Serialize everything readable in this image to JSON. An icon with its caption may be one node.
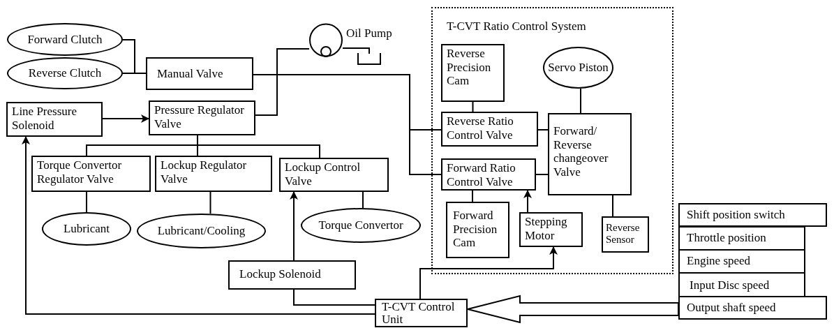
{
  "diagram": {
    "nodes": [
      {
        "text": [
          "Forward Clutch"
        ]
      },
      {
        "text": [
          "Reverse Clutch"
        ]
      },
      {
        "text": [
          "Manual Valve"
        ]
      },
      {
        "text": [],
        "shape": "circle",
        "beside": [
          "Oil Pump"
        ]
      },
      {
        "text": [
          "T-CVT Ratio Control System"
        ]
      },
      {
        "text": [
          "Reverse Precision Cam"
        ],
        "in": 4
      },
      {
        "text": [
          "Servo Piston"
        ],
        "in": 4
      },
      {
        "text": [
          "Line Pressure Solenoid"
        ]
      },
      {
        "text": [
          "Pressure Regulator Valve"
        ]
      },
      {
        "text": [
          "Reverse Ratio Control Valve"
        ],
        "in": 4
      },
      {
        "text": [
          "Forward/ Reverse changeover Valve"
        ],
        "in": 4
      },
      {
        "text": [
          "Torque Convertor Regulator Valve"
        ]
      },
      {
        "text": [
          "Lockup Regulator Valve"
        ]
      },
      {
        "text": [
          "Lockup Control Valve"
        ]
      },
      {
        "text": [
          "Forward Ratio Control Valve"
        ],
        "in": 4
      },
      {
        "text": [
          "Lubricant"
        ]
      },
      {
        "text": [
          "Lubricant/Cooling"
        ]
      },
      {
        "text": [
          "Torque Convertor"
        ]
      },
      {
        "text": [
          "Forward Precision Cam"
        ],
        "in": 4
      },
      {
        "text": [
          "Stepping Motor"
        ],
        "in": 4
      },
      {
        "text": [
          "Reverse Sensor"
        ],
        "in": 4
      },
      {
        "text": [
          "Lockup Solenoid"
        ]
      },
      {
        "text": [
          "T-CVT Control Unit"
        ]
      },
      {
        "text": [
          "Shift position switch"
        ]
      },
      {
        "text": [
          "Throttle position"
        ]
      },
      {
        "text": [
          "Engine speed"
        ]
      },
      {
        "text": [
          "Input Disc speed"
        ]
      },
      {
        "text": [
          "Output shaft speed"
        ]
      }
    ],
    "edges": [
      {
        "from": 0,
        "to": 2,
        "arrow": "none"
      },
      {
        "from": 1,
        "to": 2,
        "arrow": "none"
      },
      {
        "from": 3,
        "to": 8,
        "arrow": "none"
      },
      {
        "from": 2,
        "to": 9,
        "arrow": "none"
      },
      {
        "from": 2,
        "to": 14,
        "arrow": "none"
      },
      {
        "from": 7,
        "to": 8,
        "arrow": "to"
      },
      {
        "from": 8,
        "to": 11,
        "arrow": "none"
      },
      {
        "from": 8,
        "to": 12,
        "arrow": "none"
      },
      {
        "from": 8,
        "to": 13,
        "arrow": "none"
      },
      {
        "from": 11,
        "to": 15,
        "arrow": "none"
      },
      {
        "from": 12,
        "to": 16,
        "arrow": "none"
      },
      {
        "from": 13,
        "to": 17,
        "arrow": "none"
      },
      {
        "from": 21,
        "to": 13,
        "arrow": "to"
      },
      {
        "from": 22,
        "to": 21,
        "arrow": "none"
      },
      {
        "from": 22,
        "to": 7,
        "arrow": "to"
      },
      {
        "from": 22,
        "to": 19,
        "arrow": "to"
      },
      {
        "from": 19,
        "to": 14,
        "arrow": "to"
      },
      {
        "from": 5,
        "to": 9,
        "arrow": "none"
      },
      {
        "from": 9,
        "to": 10,
        "arrow": "none"
      },
      {
        "from": 14,
        "to": 10,
        "arrow": "none"
      },
      {
        "from": 14,
        "to": 18,
        "arrow": "none"
      },
      {
        "from": 6,
        "to": 10,
        "arrow": "none"
      },
      {
        "from": 10,
        "to": 20,
        "arrow": "none"
      },
      {
        "from": 27,
        "to": 22,
        "arrow": "to",
        "style": "thick"
      }
    ]
  }
}
